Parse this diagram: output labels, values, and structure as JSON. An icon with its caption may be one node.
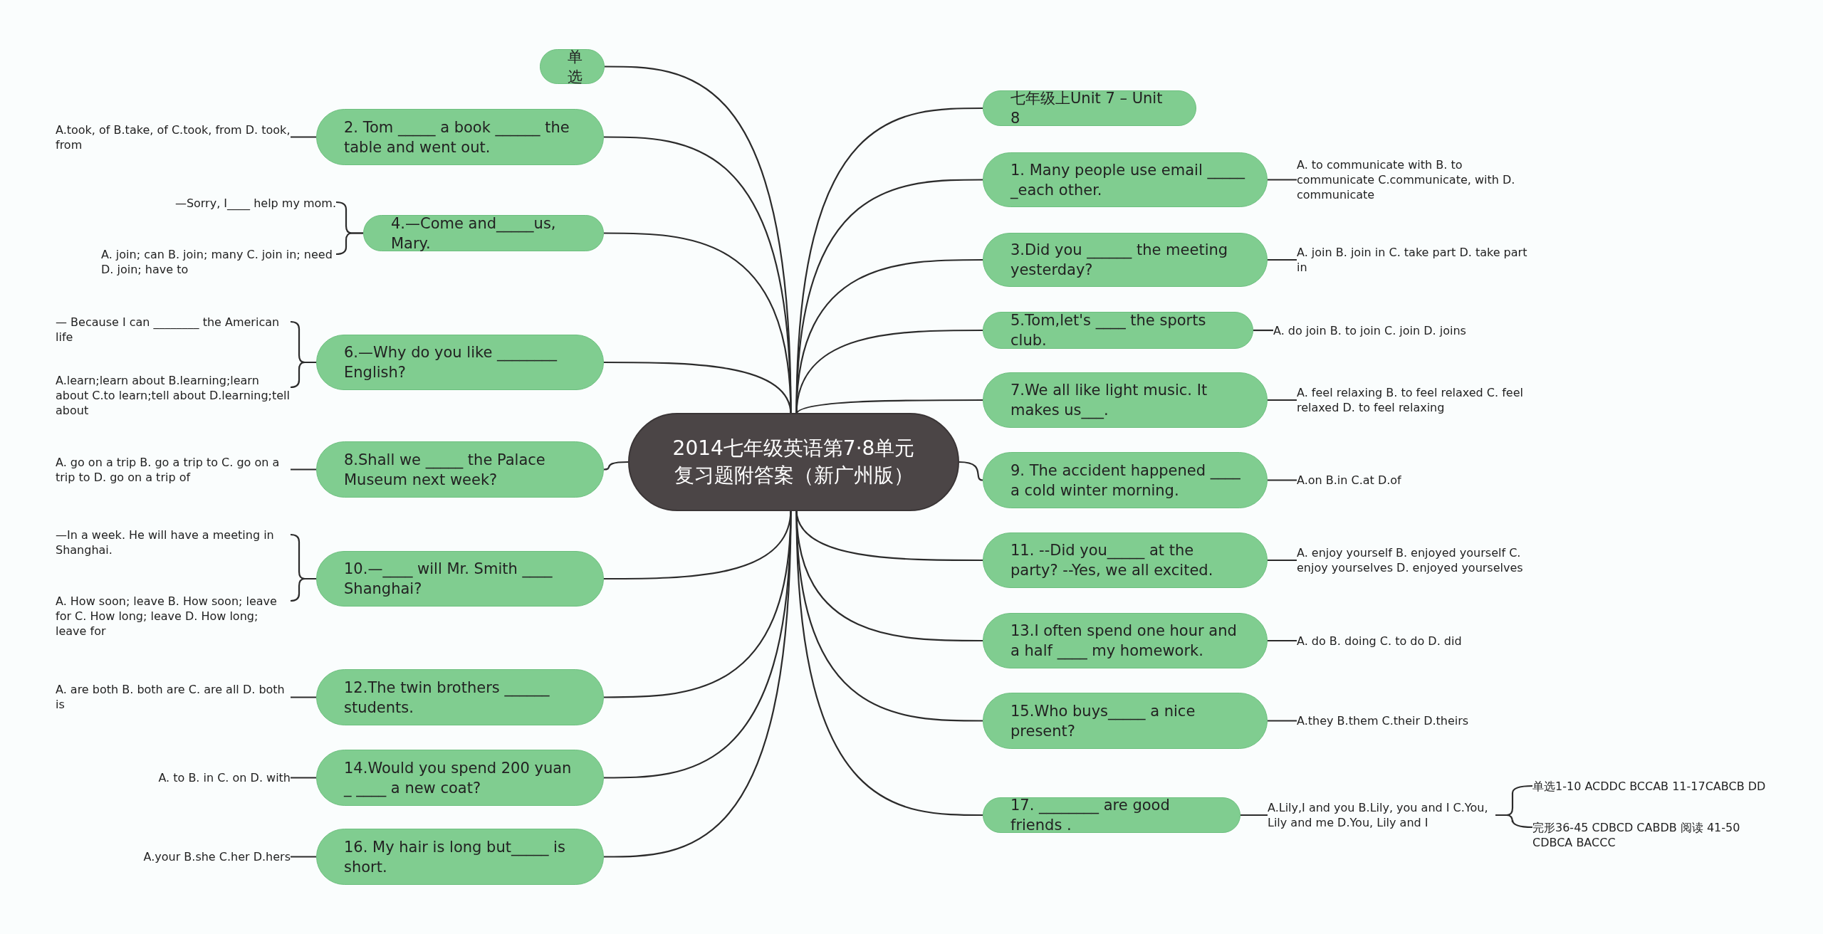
{
  "diagram": {
    "nodes": [
      {
        "text": [
          "2014七年级英语第7·8单元复习题附答案（新广州版）"
        ]
      },
      {
        "text": [
          "单选"
        ]
      },
      {
        "text": [
          "2. Tom _____ a book ______ the table and went out."
        ]
      },
      {
        "text": [
          "A.took, of B.take, of C.took, from D. took, from"
        ]
      },
      {
        "text": [
          "4.—Come and_____us, Mary."
        ]
      },
      {
        "text": [
          "—Sorry, I____ help my mom."
        ]
      },
      {
        "text": [
          "A. join; can B. join; many C. join in; need D. join; have to"
        ]
      },
      {
        "text": [
          "6.—Why do you like ________ English?"
        ]
      },
      {
        "text": [
          "— Because I can ________ the American life"
        ]
      },
      {
        "text": [
          "A.learn;learn about B.learning;learn about C.to learn;tell about D.learning;tell about"
        ]
      },
      {
        "text": [
          "8.Shall we _____ the Palace Museum next week?"
        ]
      },
      {
        "text": [
          "A. go on a trip B. go a trip to C. go on a trip to D. go on a trip of"
        ]
      },
      {
        "text": [
          "10.—____ will Mr. Smith ____ Shanghai?"
        ]
      },
      {
        "text": [
          "—In a week. He will have a meeting in Shanghai."
        ]
      },
      {
        "text": [
          "A. How soon; leave B. How soon; leave for C. How long; leave D. How long; leave for"
        ]
      },
      {
        "text": [
          "12.The twin brothers ______ students."
        ]
      },
      {
        "text": [
          "A. are both B. both are C. are all D. both is"
        ]
      },
      {
        "text": [
          "14.Would you spend 200 yuan _ ____ a new coat?"
        ]
      },
      {
        "text": [
          "A. to B. in C. on D. with"
        ]
      },
      {
        "text": [
          "16. My hair is long but_____ is short."
        ]
      },
      {
        "text": [
          "A.your B.she C.her D.hers"
        ]
      },
      {
        "text": [
          "七年级上Unit 7 – Unit 8"
        ]
      },
      {
        "text": [
          "1. Many people use email _____ _each other."
        ]
      },
      {
        "text": [
          "A. to communicate with B. to communicate C.communicate, with D. communicate"
        ]
      },
      {
        "text": [
          "3.Did you ______ the meeting yesterday?"
        ]
      },
      {
        "text": [
          "A. join B. join in C. take part D. take part in"
        ]
      },
      {
        "text": [
          "5.Tom,let's ____ the sports club."
        ]
      },
      {
        "text": [
          "A. do join B. to join C. join D. joins"
        ]
      },
      {
        "text": [
          "7.We all like light music. It makes us___."
        ]
      },
      {
        "text": [
          "A. feel relaxing B. to feel relaxed C. feel relaxed D. to feel relaxing"
        ]
      },
      {
        "text": [
          "9. The accident happened ____ a cold winter morning."
        ]
      },
      {
        "text": [
          "A.on B.in C.at D.of"
        ]
      },
      {
        "text": [
          "11. --Did you_____ at the party? --Yes, we all excited."
        ]
      },
      {
        "text": [
          "A. enjoy yourself B. enjoyed yourself C. enjoy yourselves D. enjoyed yourselves"
        ]
      },
      {
        "text": [
          "13.I often spend one hour and a half ____ my homework."
        ]
      },
      {
        "text": [
          "A. do B. doing C. to do D. did"
        ]
      },
      {
        "text": [
          "15.Who buys_____ a nice present?"
        ]
      },
      {
        "text": [
          "A.they B.them C.their D.theirs"
        ]
      },
      {
        "text": [
          "17. ________ are good friends ."
        ]
      },
      {
        "text": [
          "A.Lily,I and you B.Lily, you and I C.You, Lily and me D.You, Lily and I"
        ]
      },
      {
        "text": [
          "单选1-10 ACDDC BCCAB 11-17CABCB DD"
        ]
      },
      {
        "text": [
          "完形36-45 CDBCD CABDB 阅读 41-50 CDBCA BACCC"
        ]
      }
    ],
    "edges": [
      {
        "from": 0,
        "to": 1,
        "arrow": "none"
      },
      {
        "from": 0,
        "to": 2,
        "arrow": "none"
      },
      {
        "from": 0,
        "to": 4,
        "arrow": "none"
      },
      {
        "from": 0,
        "to": 7,
        "arrow": "none"
      },
      {
        "from": 0,
        "to": 10,
        "arrow": "none"
      },
      {
        "from": 0,
        "to": 12,
        "arrow": "none"
      },
      {
        "from": 0,
        "to": 15,
        "arrow": "none"
      },
      {
        "from": 0,
        "to": 17,
        "arrow": "none"
      },
      {
        "from": 0,
        "to": 19,
        "arrow": "none"
      },
      {
        "from": 0,
        "to": 21,
        "arrow": "none"
      },
      {
        "from": 0,
        "to": 22,
        "arrow": "none"
      },
      {
        "from": 0,
        "to": 24,
        "arrow": "none"
      },
      {
        "from": 0,
        "to": 26,
        "arrow": "none"
      },
      {
        "from": 0,
        "to": 28,
        "arrow": "none"
      },
      {
        "from": 0,
        "to": 30,
        "arrow": "none"
      },
      {
        "from": 0,
        "to": 32,
        "arrow": "none"
      },
      {
        "from": 0,
        "to": 34,
        "arrow": "none"
      },
      {
        "from": 0,
        "to": 36,
        "arrow": "none"
      },
      {
        "from": 0,
        "to": 38,
        "arrow": "none"
      },
      {
        "from": 2,
        "to": 3,
        "arrow": "none"
      },
      {
        "from": 4,
        "to": 5,
        "arrow": "none"
      },
      {
        "from": 4,
        "to": 6,
        "arrow": "none"
      },
      {
        "from": 7,
        "to": 8,
        "arrow": "none"
      },
      {
        "from": 7,
        "to": 9,
        "arrow": "none"
      },
      {
        "from": 10,
        "to": 11,
        "arrow": "none"
      },
      {
        "from": 12,
        "to": 13,
        "arrow": "none"
      },
      {
        "from": 12,
        "to": 14,
        "arrow": "none"
      },
      {
        "from": 15,
        "to": 16,
        "arrow": "none"
      },
      {
        "from": 17,
        "to": 18,
        "arrow": "none"
      },
      {
        "from": 19,
        "to": 20,
        "arrow": "none"
      },
      {
        "from": 22,
        "to": 23,
        "arrow": "none"
      },
      {
        "from": 24,
        "to": 25,
        "arrow": "none"
      },
      {
        "from": 26,
        "to": 27,
        "arrow": "none"
      },
      {
        "from": 28,
        "to": 29,
        "arrow": "none"
      },
      {
        "from": 30,
        "to": 31,
        "arrow": "none"
      },
      {
        "from": 32,
        "to": 33,
        "arrow": "none"
      },
      {
        "from": 34,
        "to": 35,
        "arrow": "none"
      },
      {
        "from": 36,
        "to": 37,
        "arrow": "none"
      },
      {
        "from": 38,
        "to": 39,
        "arrow": "none"
      },
      {
        "from": 39,
        "to": 40,
        "arrow": "none"
      },
      {
        "from": 39,
        "to": 41,
        "arrow": "none"
      }
    ]
  }
}
